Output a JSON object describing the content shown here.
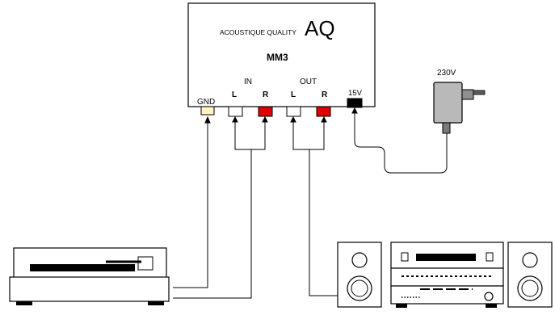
{
  "device": {
    "brand_text": "ACOUSTIQUE QUALITY",
    "logo_text": "AQ",
    "model": "MM3"
  },
  "ports": {
    "gnd": "GND",
    "in_group": "IN",
    "out_group": "OUT",
    "in_left": "L",
    "in_right": "R",
    "out_left": "L",
    "out_right": "R",
    "power": "15V"
  },
  "power_adapter": {
    "label": "230V"
  },
  "colors": {
    "line": "#000000",
    "gnd_jack": "#fff3c4",
    "white_jack": "#ffffff",
    "red_jack": "#e00000",
    "power_jack": "#000000"
  }
}
